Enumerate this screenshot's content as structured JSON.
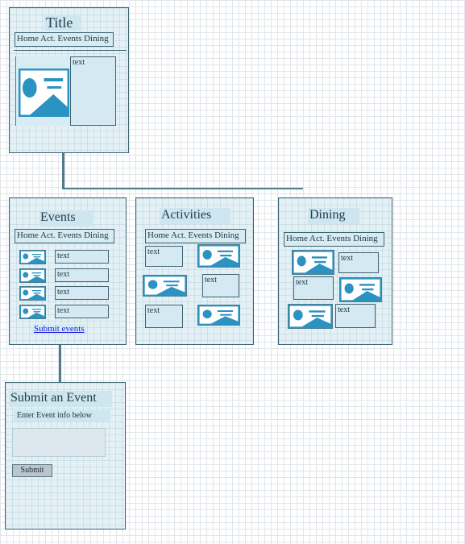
{
  "nav_label": "Home Act. Events Dining",
  "text_placeholder": "text",
  "image_placeholder_icon": "image-placeholder-icon",
  "colors": {
    "page_fill": "#e3f1f6",
    "page_border": "#3f6472",
    "image_icon": "#2a93c2",
    "link": "#1a1ae6",
    "connector": "#4f7b8d"
  },
  "home": {
    "title": "Title",
    "nav": "Home Act. Events Dining",
    "text": "text"
  },
  "events": {
    "title": "Events",
    "nav": "Home Act. Events Dining",
    "items": [
      "text",
      "text",
      "text",
      "text"
    ],
    "submit_link": "Submit events"
  },
  "activities": {
    "title": "Activities",
    "nav": "Home Act. Events Dining",
    "items": [
      "text",
      "text",
      "text"
    ]
  },
  "dining": {
    "title": "Dining",
    "nav": "Home Act. Events Dining",
    "items": [
      "text",
      "text",
      "text"
    ]
  },
  "submit": {
    "title": "Submit an Event",
    "subtitle": "Enter Event info below",
    "button": "Submit"
  }
}
